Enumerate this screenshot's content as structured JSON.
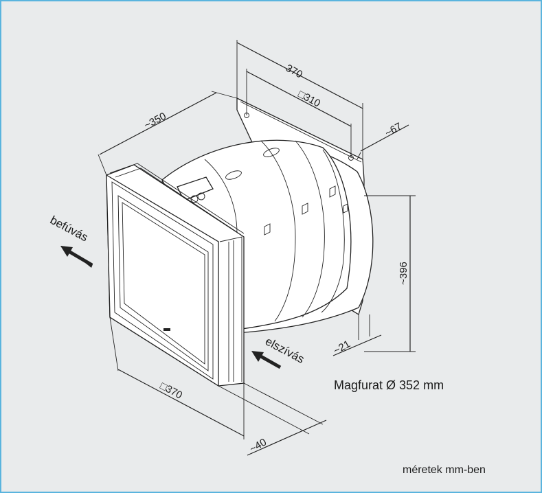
{
  "colors": {
    "frame_border": "#5ab4de",
    "background": "#e9ebec",
    "line": "#222222",
    "arrow": "#222222"
  },
  "dimensions": {
    "width_370": "370",
    "square_310": "□310",
    "depth_350": "~350",
    "depth_67": "~67",
    "height_396": "~396",
    "offset_21": "~21",
    "square_370": "□370",
    "thickness_40": "~40"
  },
  "labels": {
    "supply": "befúvás",
    "extract": "elszívás",
    "core_hole": "Magfurat Ø 352 mm",
    "units_note": "méretek mm-ben"
  }
}
